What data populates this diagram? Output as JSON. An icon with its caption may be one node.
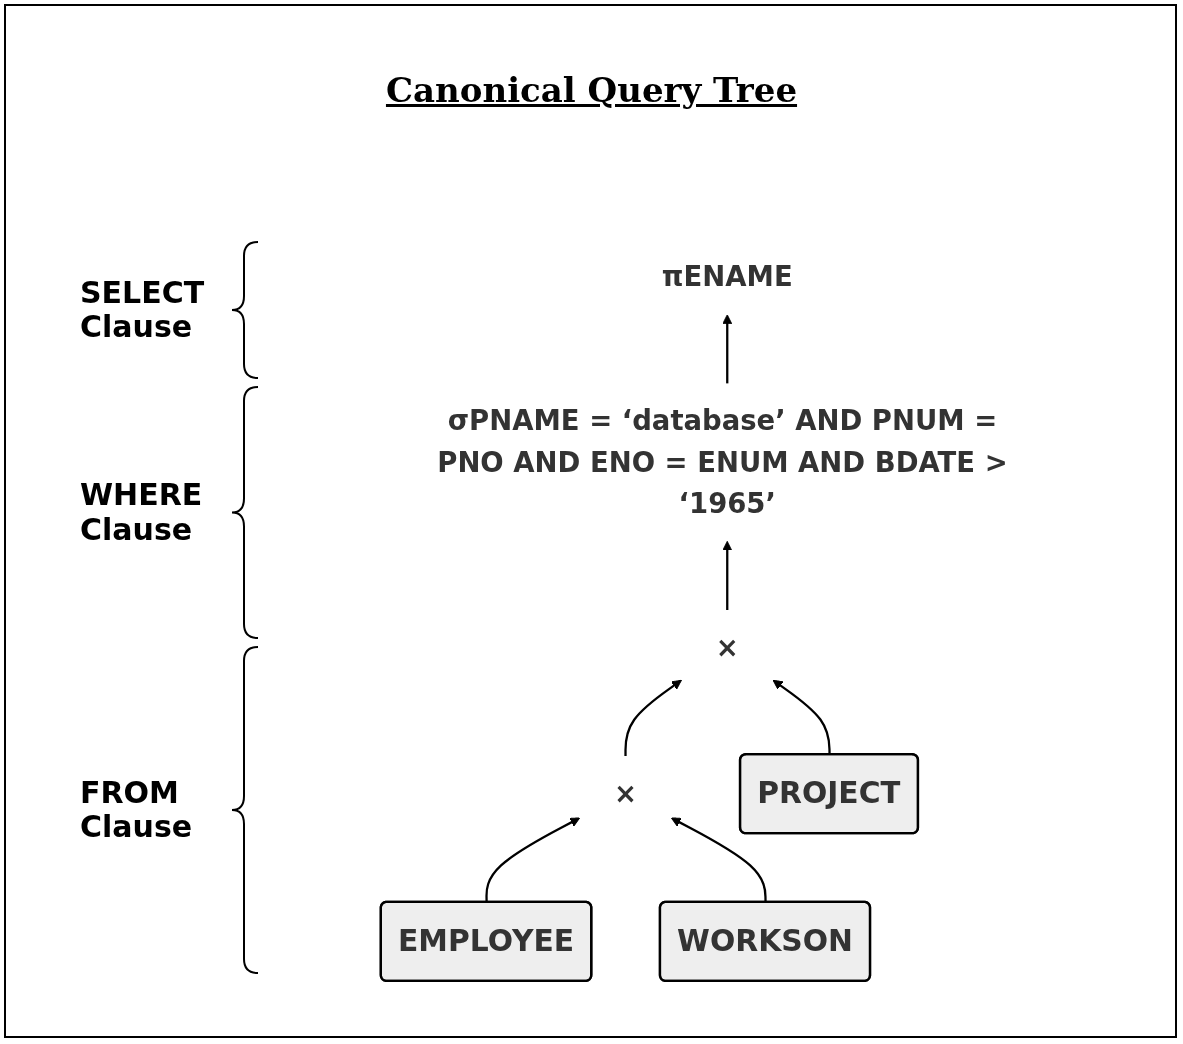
{
  "diagram": {
    "title": "Canonical Query Tree",
    "nodes": [
      {
        "text": [
          "πENAME"
        ]
      },
      {
        "text": [
          "σPNAME = ‘database’ AND PNUM = PNO AND ENO = ENUM AND BDATE > ‘1965’"
        ]
      },
      {
        "text": [
          "×"
        ]
      },
      {
        "text": [
          "×"
        ]
      },
      {
        "text": [
          "PROJECT"
        ]
      },
      {
        "text": [
          "EMPLOYEE"
        ]
      },
      {
        "text": [
          "WORKSON"
        ]
      }
    ],
    "edges": [
      {
        "from": 1,
        "to": 0,
        "arrow": "to"
      },
      {
        "from": 2,
        "to": 1,
        "arrow": "to"
      },
      {
        "from": 3,
        "to": 2,
        "arrow": "to"
      },
      {
        "from": 4,
        "to": 2,
        "arrow": "to"
      },
      {
        "from": 5,
        "to": 3,
        "arrow": "to"
      },
      {
        "from": 6,
        "to": 3,
        "arrow": "to"
      }
    ],
    "labels": [
      "SELECT Clause",
      "WHERE Clause",
      "FROM Clause"
    ]
  }
}
